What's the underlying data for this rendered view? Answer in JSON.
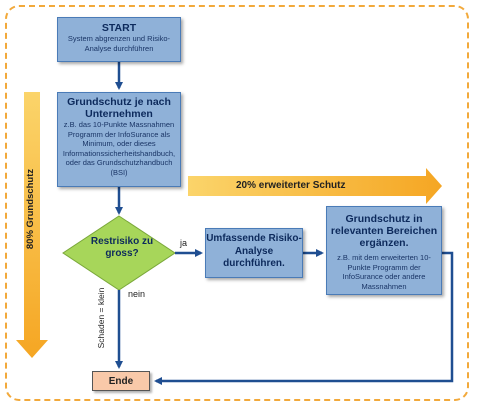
{
  "start": {
    "title": "START",
    "subtitle": "System abgrenzen und Risiko-Analyse durchführen"
  },
  "grundschutz": {
    "title": "Grundschutz je nach Unternehmen",
    "subtitle": "z.B. das 10-Punkte Massnahmen Programm der InfoSurance als Minimum, oder dieses Informationssicherheitshandbuch, oder das Grundschutzhandbuch (BSI)"
  },
  "decision": {
    "text": "Restrisiko zu gross?",
    "yes_label": "ja",
    "no_label": "nein"
  },
  "risk_analysis": {
    "title": "Umfassende Risiko-Analyse durchführen."
  },
  "extended_protection": {
    "title": "Grundschutz in relevanten Bereichen ergänzen.",
    "subtitle": "z.B. mit dem erweiterten 10-Punkte Programm der InfoSurance oder andere Massnahmen"
  },
  "end": {
    "label": "Ende"
  },
  "labels": {
    "baseline_share": "80% Grundschutz",
    "extended_share": "20% erweiterter Schutz",
    "damage_small": "Schaden = klein"
  },
  "colors": {
    "box_fill": "#8fb1d8",
    "box_border": "#4a7bb7",
    "arrow": "#1f4e91",
    "diamond": "#a7d65a",
    "orange_arrow": "#f5a623",
    "end_fill": "#f9c9a9",
    "frame": "#f2a93b"
  }
}
